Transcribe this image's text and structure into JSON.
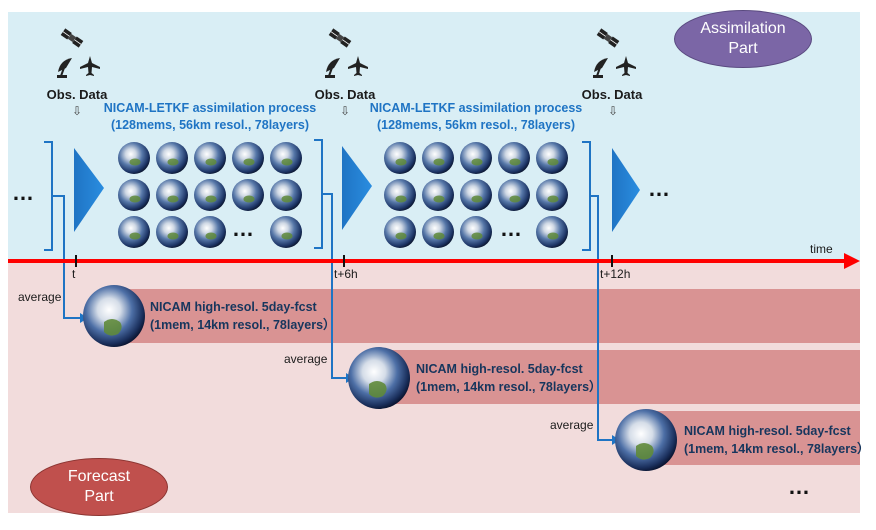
{
  "assimilation_part": {
    "label_line1": "Assimilation",
    "label_line2": "Part",
    "color": "#7b66a6"
  },
  "forecast_part": {
    "label_line1": "Forecast",
    "label_line2": "Part",
    "color": "#c0504d"
  },
  "obs_label": "Obs. Data",
  "obs_arrow": "⇩",
  "assimilation_process": {
    "line1": "NICAM-LETKF assimilation process",
    "line2": "(128mems, 56km resol., 78layers)"
  },
  "timeline": {
    "axis_label": "time",
    "ticks": [
      "t",
      "t+6h",
      "t+12h"
    ]
  },
  "forecasts": [
    {
      "average_label": "average",
      "line1": "NICAM high-resol. 5day-fcst",
      "line2": "(1mem, 14km resol., 78layers）"
    },
    {
      "average_label": "average",
      "line1": "NICAM high-resol. 5day-fcst",
      "line2": "(1mem, 14km resol., 78layers）"
    },
    {
      "average_label": "average",
      "line1": "NICAM high-resol. 5day-fcst",
      "line2": "(1mem, 14km resol., 78layers）"
    }
  ],
  "ellipsis": "…",
  "colors": {
    "assimilation_bg": "#d9eef5",
    "forecast_bg": "#f2dcdc",
    "forecast_bar": "#d99393",
    "timeline": "#ff0000",
    "flow_blue": "#1f74c4"
  },
  "icons": [
    "satellite-icon",
    "radar-dish-icon",
    "airplane-icon",
    "earth-globe-icon"
  ]
}
